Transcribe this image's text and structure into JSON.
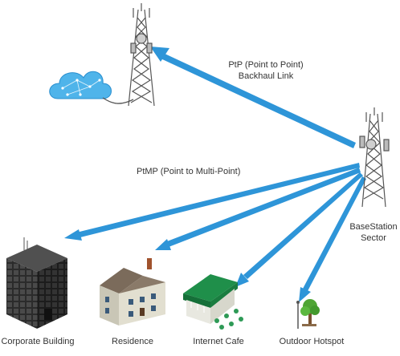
{
  "backhaul_label": {
    "line1": "PtP (Point to Point)",
    "line2": "Backhaul Link"
  },
  "ptmp_label": "PtMP (Point to Multi-Point)",
  "basestation_label": {
    "line1": "BaseStation",
    "line2": "Sector"
  },
  "endpoints": [
    {
      "label": "Corporate Building"
    },
    {
      "label": "Residence"
    },
    {
      "label": "Internet Cafe"
    },
    {
      "label": "Outdoor Hotspot"
    }
  ],
  "colors": {
    "link_arrow": "#2e95d8",
    "tower": "#555555",
    "cloud": "#4fb4ea",
    "building_dark": "#3a3a3a",
    "residence_wall": "#d9d7c8",
    "cafe_roof": "#1f8f4a",
    "tree": "#4fa535"
  },
  "icons": [
    "backhaul-tower-icon",
    "cloud-icon",
    "basestation-tower-icon",
    "corporate-building-icon",
    "residence-icon",
    "internet-cafe-icon",
    "outdoor-hotspot-icon"
  ]
}
